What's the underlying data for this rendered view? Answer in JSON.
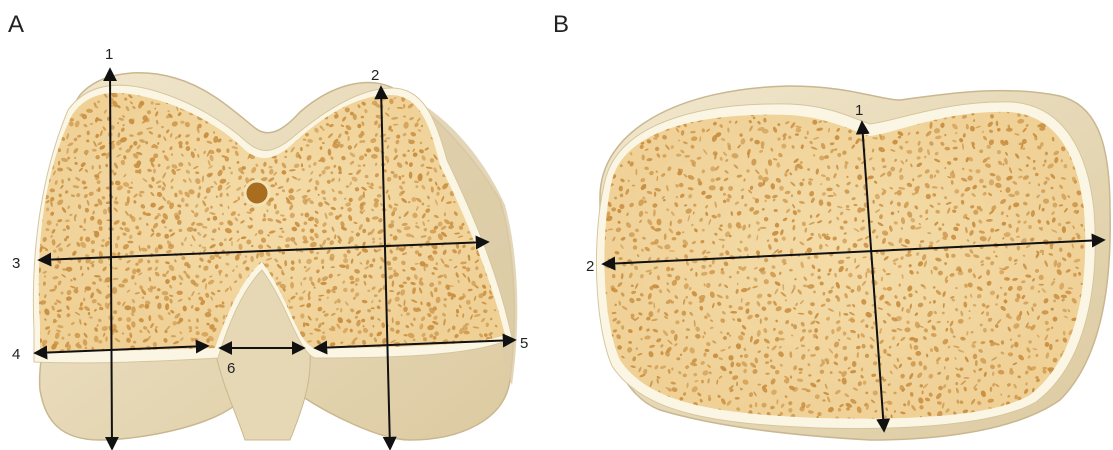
{
  "panels": [
    {
      "letter": "A",
      "measurements": [
        {
          "label": "1"
        },
        {
          "label": "2"
        },
        {
          "label": "3"
        },
        {
          "label": "4"
        },
        {
          "label": "5"
        },
        {
          "label": "6"
        }
      ]
    },
    {
      "letter": "B",
      "measurements": [
        {
          "label": "1"
        },
        {
          "label": "2"
        }
      ]
    }
  ],
  "colors": {
    "cortex": "#ece1c4",
    "cortex_edge": "#c9b790",
    "cartilage": "#fbf6e4",
    "cancellous": "#f3d7a1",
    "trabecular_hole": "#c88d3e",
    "nutrient_foramen": "#a86d1e"
  }
}
